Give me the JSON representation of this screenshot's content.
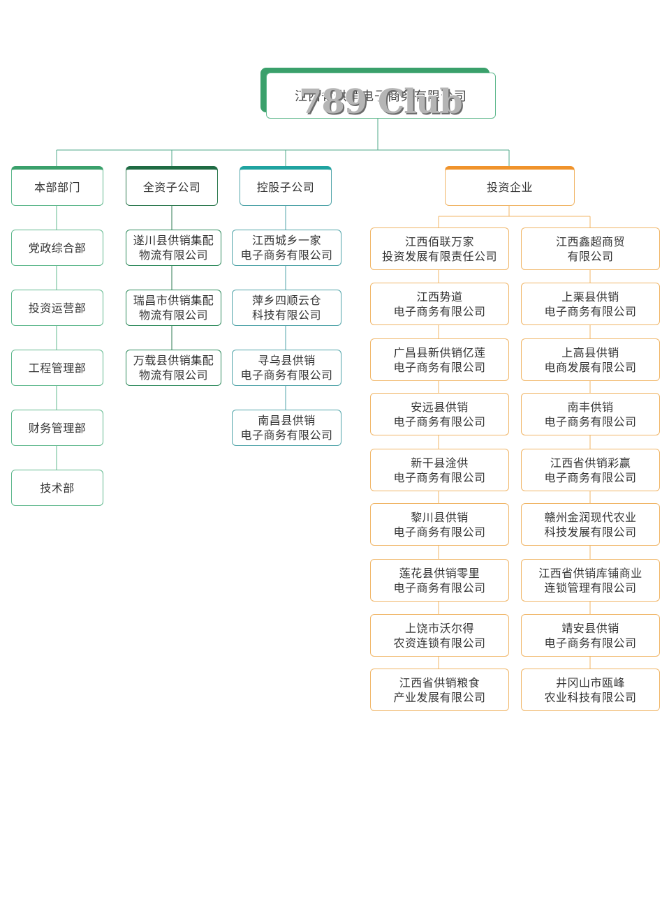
{
  "root": {
    "label": "江西省供销电子商务有限公司"
  },
  "watermark": {
    "text": "789 Club"
  },
  "sections": [
    {
      "title": "本部部门",
      "accent": "#3aa06b",
      "items": [
        {
          "lines": [
            "党政综合部"
          ]
        },
        {
          "lines": [
            "投资运营部"
          ]
        },
        {
          "lines": [
            "工程管理部"
          ]
        },
        {
          "lines": [
            "财务管理部"
          ]
        },
        {
          "lines": [
            "技术部"
          ]
        }
      ]
    },
    {
      "title": "全资子公司",
      "accent": "#1e6b43",
      "items": [
        {
          "lines": [
            "遂川县供销集配",
            "物流有限公司"
          ]
        },
        {
          "lines": [
            "瑞昌市供销集配",
            "物流有限公司"
          ]
        },
        {
          "lines": [
            "万载县供销集配",
            "物流有限公司"
          ]
        }
      ]
    },
    {
      "title": "控股子公司",
      "accent": "#1fa3a0",
      "items": [
        {
          "lines": [
            "江西城乡一家",
            "电子商务有限公司"
          ]
        },
        {
          "lines": [
            "萍乡四顺云仓",
            "科技有限公司"
          ]
        },
        {
          "lines": [
            "寻乌县供销",
            "电子商务有限公司"
          ]
        },
        {
          "lines": [
            "南昌县供销",
            "电子商务有限公司"
          ]
        }
      ]
    },
    {
      "title": "投资企业",
      "accent": "#f0932b",
      "columns": [
        [
          {
            "lines": [
              "江西佰联万家",
              "投资发展有限责任公司"
            ]
          },
          {
            "lines": [
              "江西势道",
              "电子商务有限公司"
            ]
          },
          {
            "lines": [
              "广昌县新供销亿莲",
              "电子商务有限公司"
            ]
          },
          {
            "lines": [
              "安远县供销",
              "电子商务有限公司"
            ]
          },
          {
            "lines": [
              "新干县淦供",
              "电子商务有限公司"
            ]
          },
          {
            "lines": [
              "黎川县供销",
              "电子商务有限公司"
            ]
          },
          {
            "lines": [
              "莲花县供销零里",
              "电子商务有限公司"
            ]
          },
          {
            "lines": [
              "上饶市沃尔得",
              "农资连锁有限公司"
            ]
          },
          {
            "lines": [
              "江西省供销粮食",
              "产业发展有限公司"
            ]
          }
        ],
        [
          {
            "lines": [
              "江西鑫超商贸",
              "有限公司"
            ]
          },
          {
            "lines": [
              "上栗县供销",
              "电子商务有限公司"
            ]
          },
          {
            "lines": [
              "上高县供销",
              "电商发展有限公司"
            ]
          },
          {
            "lines": [
              "南丰供销",
              "电子商务有限公司"
            ]
          },
          {
            "lines": [
              "江西省供销彩赢",
              "电子商务有限公司"
            ]
          },
          {
            "lines": [
              "赣州金润现代农业",
              "科技发展有限公司"
            ]
          },
          {
            "lines": [
              "江西省供销库铺商业",
              "连锁管理有限公司"
            ]
          },
          {
            "lines": [
              "靖安县供销",
              "电子商务有限公司"
            ]
          },
          {
            "lines": [
              "井冈山市瓯峰",
              "农业科技有限公司"
            ]
          }
        ]
      ]
    }
  ]
}
